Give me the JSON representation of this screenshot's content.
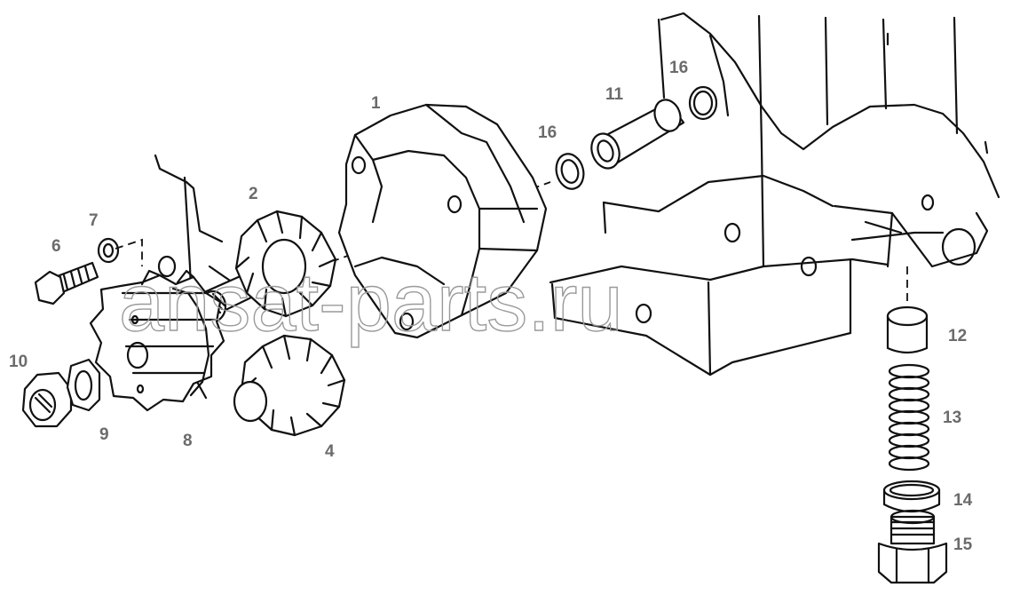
{
  "watermark": "ansat-parts.ru",
  "callouts": [
    {
      "id": "1",
      "label": "1"
    },
    {
      "id": "2",
      "label": "2"
    },
    {
      "id": "4",
      "label": "4"
    },
    {
      "id": "6",
      "label": "6"
    },
    {
      "id": "7",
      "label": "7"
    },
    {
      "id": "8",
      "label": "8"
    },
    {
      "id": "9",
      "label": "9"
    },
    {
      "id": "10",
      "label": "10"
    },
    {
      "id": "11",
      "label": "11"
    },
    {
      "id": "12",
      "label": "12"
    },
    {
      "id": "13",
      "label": "13"
    },
    {
      "id": "14",
      "label": "14"
    },
    {
      "id": "15",
      "label": "15"
    },
    {
      "id": "16a",
      "label": "16"
    },
    {
      "id": "16b",
      "label": "16"
    }
  ]
}
